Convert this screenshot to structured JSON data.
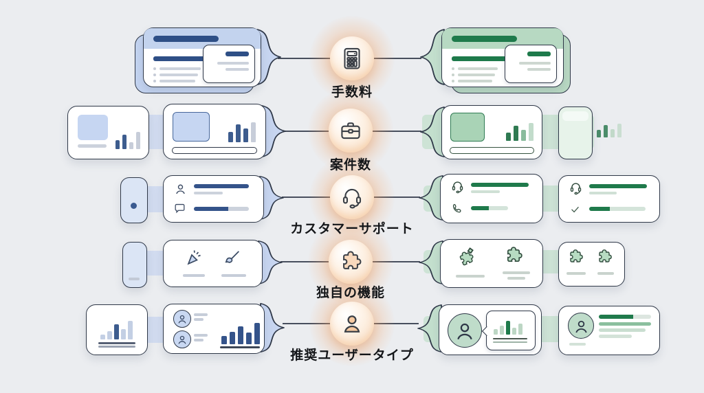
{
  "diagram": {
    "type": "comparison-infographic",
    "left_variant_color": "#33568c",
    "right_variant_color": "#1f7a4b",
    "hub_glow_color": "#f6a668",
    "background_color": "#ebedf0",
    "rows": [
      {
        "label": "手数料",
        "icon": "calculator-icon"
      },
      {
        "label": "案件数",
        "icon": "briefcase-icon"
      },
      {
        "label": "カスタマーサポート",
        "icon": "headset-icon"
      },
      {
        "label": "独自の機能",
        "icon": "puzzle-icon"
      },
      {
        "label": "推奨ユーザータイプ",
        "icon": "user-icon"
      }
    ]
  }
}
